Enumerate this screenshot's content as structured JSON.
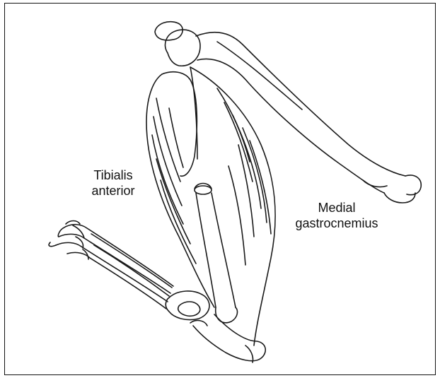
{
  "figure": {
    "labels": {
      "tibialis_line1": "Tibialis",
      "tibialis_line2": "anterior",
      "gastroc_line1": "Medial",
      "gastroc_line2": "gastrocnemius"
    },
    "colors": {
      "line": "#1a1a1a",
      "background": "#ffffff"
    }
  }
}
